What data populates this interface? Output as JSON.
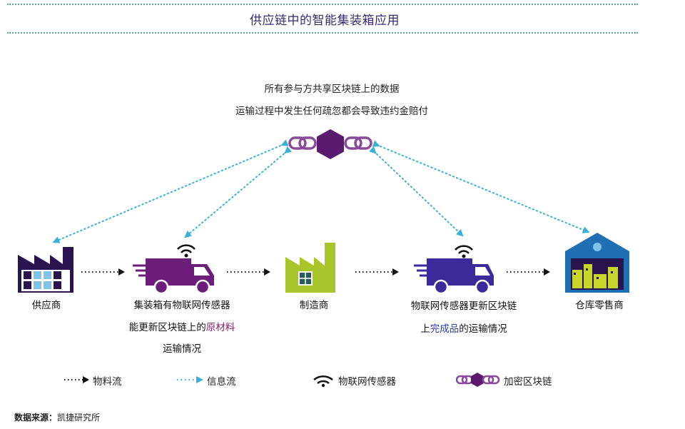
{
  "title": "供应链中的智能集装箱应用",
  "blockchain_note": {
    "line1": "所有参与方共享区块链上的数据",
    "line2": "运输过程中发生任何疏忽都会导致违约金赔付"
  },
  "nodes": {
    "supplier": "供应商",
    "container_truck": {
      "line1": "集装箱有物联网传感器",
      "line2_prefix": "能更新区块链上的",
      "line2_highlight": "原材料",
      "line3": "运输情况"
    },
    "manufacturer": "制造商",
    "sensor_truck": {
      "line1": "物联网传感器更新区块链",
      "line2_prefix": "上",
      "line2_highlight": "完成品",
      "line2_suffix": "的运输情况"
    },
    "retailer": "仓库零售商"
  },
  "legend": {
    "material_flow": "物料流",
    "info_flow": "信息流",
    "iot_sensor": "物联网传感器",
    "encrypted_blockchain": "加密区块链"
  },
  "source": {
    "label": "数据来源：",
    "value": "凯捷研究所"
  },
  "colors": {
    "title": "#3b2a6e",
    "factory_dark": "#2a1450",
    "truck_purple": "#6d1e7a",
    "factory_green": "#a8c62a",
    "truck_indigo": "#3a2a9a",
    "warehouse_blue": "#1f6fb5",
    "info_arrow": "#3ab0d8",
    "blockchain_hex": "#5a1a6e",
    "chain_link": "#8a4a9a"
  },
  "icons": {
    "supplier": "factory-icon",
    "container_truck": "delivery-truck-icon",
    "manufacturer": "factory-icon",
    "sensor_truck": "delivery-truck-icon",
    "retailer": "warehouse-icon",
    "sensor": "wifi-signal-icon",
    "blockchain": "blockchain-chain-icon"
  }
}
